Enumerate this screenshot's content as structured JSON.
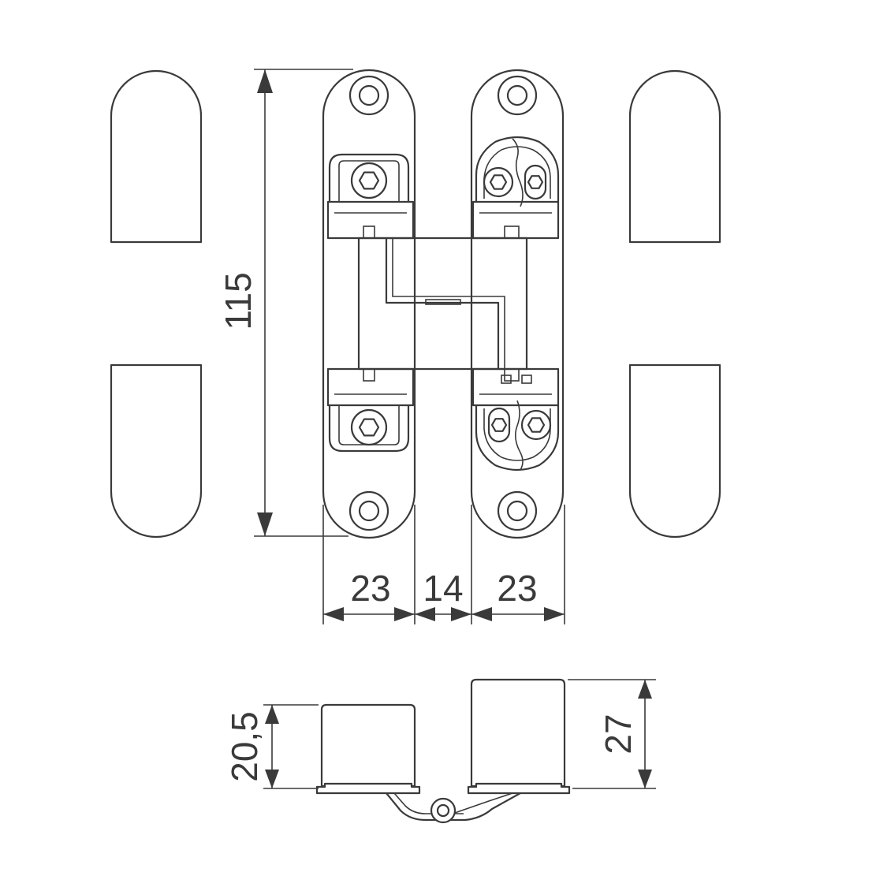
{
  "dimensions": {
    "height_total": "115",
    "width_left_leaf": "23",
    "width_center_gap": "14",
    "width_right_leaf": "23",
    "depth_left_body": "20,5",
    "depth_right_body": "27"
  },
  "colors": {
    "line": "#3a3a3a",
    "background": "#ffffff"
  }
}
